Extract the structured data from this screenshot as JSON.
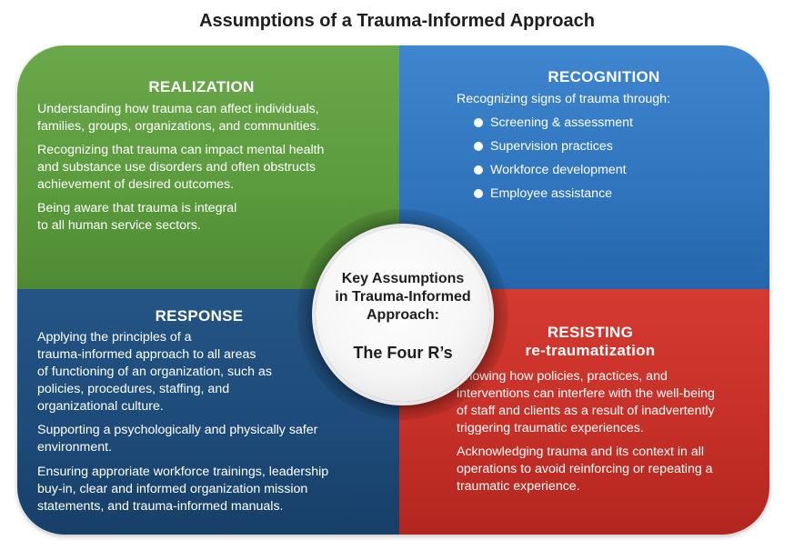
{
  "title": "Assumptions of a Trauma-Informed Approach",
  "center": {
    "line1": "Key Assumptions",
    "line2": "in Trauma-Informed",
    "line3": "Approach:",
    "subtitle": "The Four R’s"
  },
  "realization": {
    "title": "REALIZATION",
    "color": "#5b9a3d",
    "p1": [
      "Understanding how trauma can affect individuals,",
      "families, groups, organizations, and communities."
    ],
    "p2": [
      "Recognizing that trauma can impact mental health",
      "and substance use disorders and often obstructs",
      "achievement of desired outcomes."
    ],
    "p3": [
      "Being aware that trauma is integral",
      "to all human service sectors."
    ]
  },
  "recognition": {
    "title": "RECOGNITION",
    "color": "#2f74bd",
    "intro": "Recognizing signs of trauma through:",
    "bullets": [
      "Screening & assessment",
      "Supervision practices",
      "Workforce development",
      "Employee assistance"
    ]
  },
  "response": {
    "title": "RESPONSE",
    "color": "#1d4a78",
    "p1": [
      "Applying the principles of a",
      "trauma-informed approach to all areas",
      "of functioning of an organization, such as",
      "policies, procedures, staffing, and",
      "organizational culture."
    ],
    "p2": [
      "Supporting a psychologically and physically safer",
      "environment."
    ],
    "p3": [
      "Ensuring approriate workforce trainings, leadership",
      "buy-in, clear and informed organization mission",
      "statements, and trauma-informed manuals."
    ]
  },
  "resisting": {
    "title_line1": "RESISTING",
    "title_line2": "re-traumatization",
    "color": "#c42f27",
    "p1": [
      "Knowing how policies, practices, and",
      "interventions can interfere with the well-being",
      "of staff and clients as a result of inadvertently",
      "triggering traumatic experiences."
    ],
    "p2": [
      "Acknowledging trauma and its context in all",
      "operations to avoid reinforcing or repeating a",
      "traumatic experience."
    ]
  }
}
